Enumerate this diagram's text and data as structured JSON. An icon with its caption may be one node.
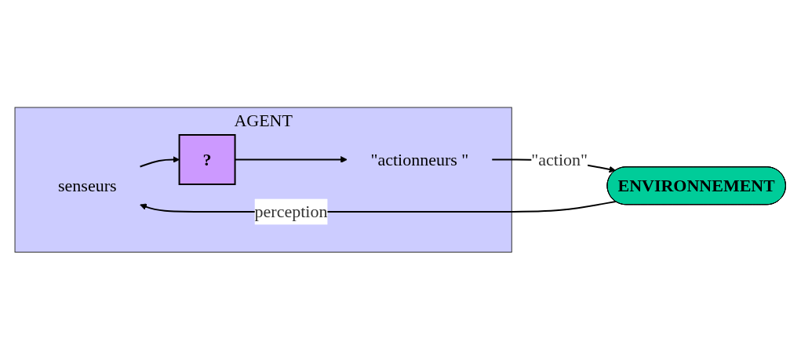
{
  "diagram": {
    "nodes": [
      {
        "text": [
          "AGENT"
        ]
      },
      {
        "text": [
          "senseurs"
        ],
        "in": 0
      },
      {
        "text": [
          "?"
        ],
        "in": 0
      },
      {
        "text": [
          "\"actionneurs \""
        ],
        "in": 0
      },
      {
        "text": [
          "ENVIRONNEMENT"
        ]
      }
    ],
    "edges": [
      {
        "from": 4,
        "to": 1,
        "arrow": "to",
        "label": "perception"
      },
      {
        "from": 1,
        "to": 2,
        "arrow": "to"
      },
      {
        "from": 2,
        "to": 3,
        "arrow": "to"
      },
      {
        "from": 3,
        "to": 4,
        "arrow": "to",
        "label": "\"action\""
      }
    ]
  }
}
